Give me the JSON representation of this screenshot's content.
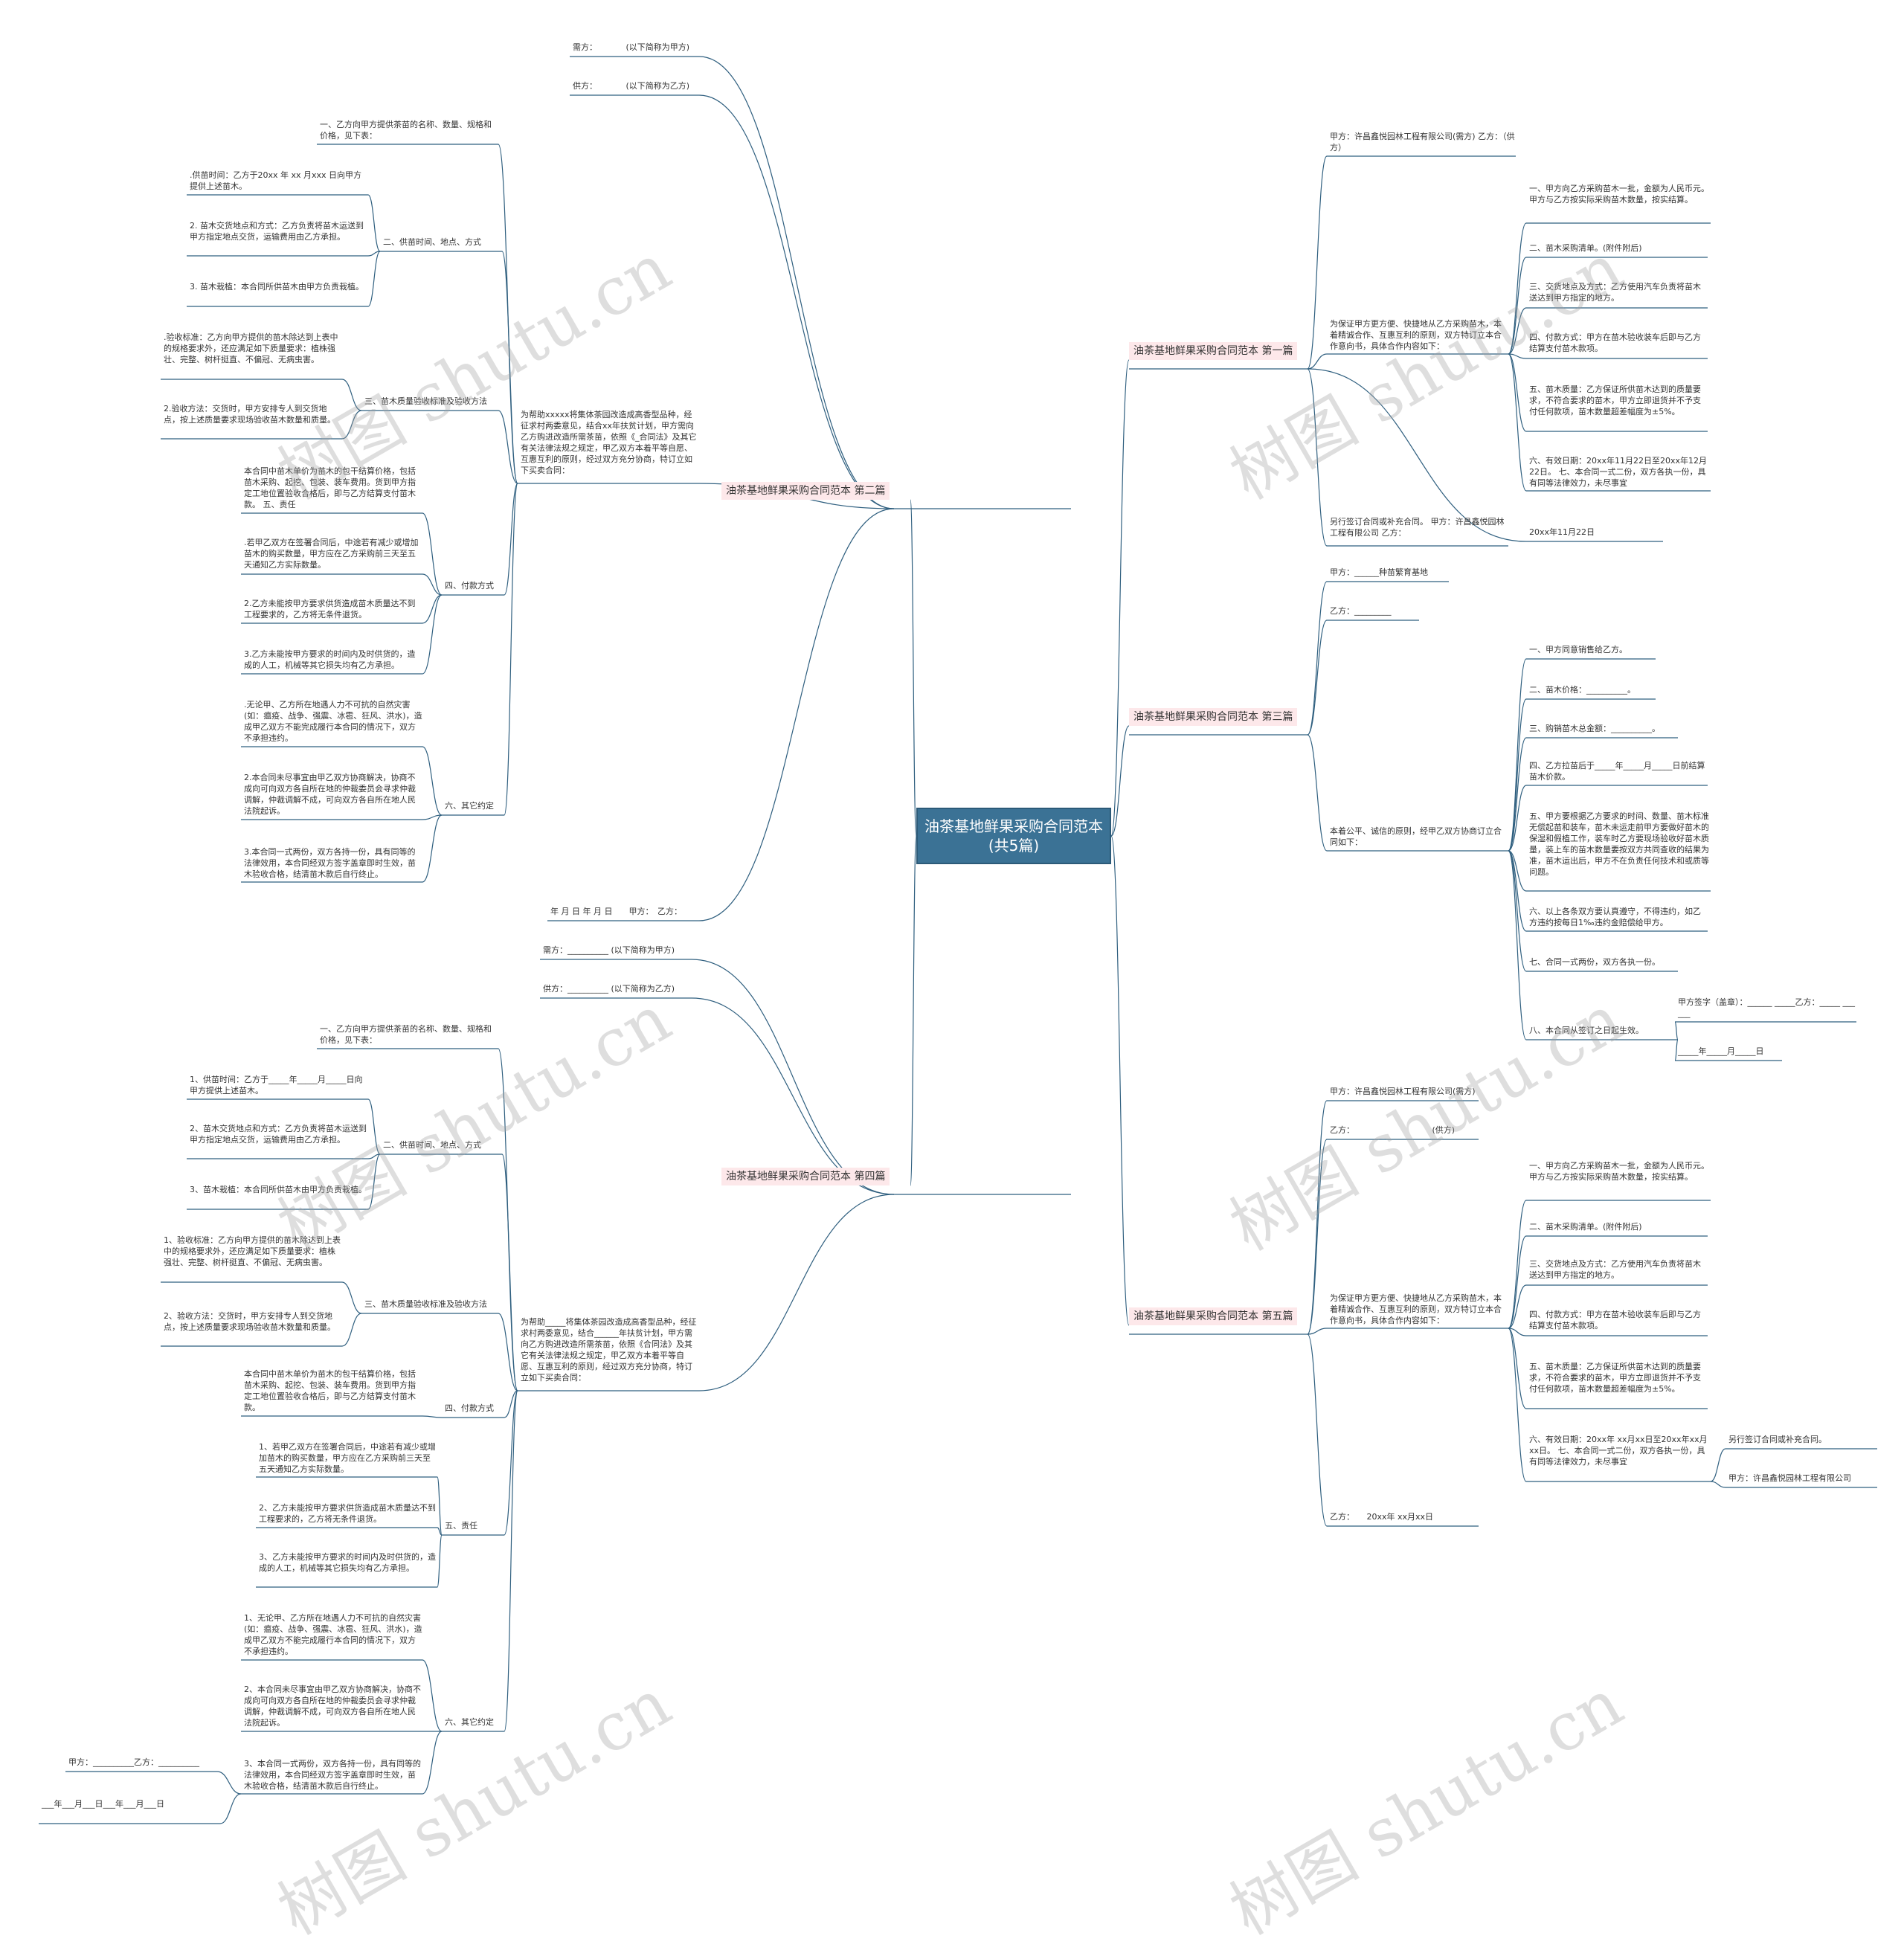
{
  "root": "油茶基地鲜果采购合同范本(共5篇)",
  "watermark": "树图 shutu.cn",
  "colors": {
    "root_bg": "#3b7295",
    "branch_bg": "#fde8ea",
    "line": "#2f5f7f"
  },
  "branches": [
    {
      "label": "油茶基地鲜果采购合同范本 第一篇"
    },
    {
      "label": "油茶基地鲜果采购合同范本 第二篇"
    },
    {
      "label": "油茶基地鲜果采购合同范本 第三篇"
    },
    {
      "label": "油茶基地鲜果采购合同范本 第四篇"
    },
    {
      "label": "油茶基地鲜果采购合同范本 第五篇"
    }
  ],
  "nodes": [
    "甲方：许昌鑫悦园林工程有限公司(需方) 乙方：（供方）",
    "为保证甲方更方便、快捷地从乙方采购苗木，本着精诚合作、互惠互利的原则，双方特订立本合作意向书，具体合作内容如下：",
    "一、甲方向乙方采购苗木一批，金额为人民币元。甲方与乙方按实际采购苗木数量，按实结算。",
    "二、苗木采购清单。(附件附后)",
    "三、交货地点及方式：乙方使用汽车负责将苗木送达到甲方指定的地方。",
    "四、付款方式：甲方在苗木验收装车后即与乙方结算支付苗木款项。",
    "五、苗木质量：乙方保证所供苗木达到的质量要求，不符合要求的苗木，甲方立即退货并不予支付任何款项，苗木数量超差幅度为±5%。",
    "六、有效日期：20xx年11月22日至20xx年12月22日。 七、本合同一式二份，双方各执一份，具有同等法律效力，未尽事宜",
    "另行签订合同或补充合同。 甲方：许昌鑫悦园林工程有限公司 乙方：",
    "20xx年11月22日",
    "需方：　　　　(以下简称为甲方)",
    "供方：　　　　(以下简称为乙方)",
    "为帮助xxxxx将集体茶园改造成高香型品种，经征求村两委意见，结合xx年扶贫计划，甲方需向乙方购进改造所需茶苗，依照《_合同法》及其它有关法律法规之规定，甲乙双方本着平等自愿、互惠互利的原则，经过双方充分协商，特订立如下买卖合同：",
    "一、乙方向甲方提供茶苗的名称、数量、规格和价格，见下表：",
    "二、供苗时间、地点、方式",
    ".供苗时间：乙方于20xx 年 xx 月xxx 日向甲方提供上述苗木。",
    "2. 苗木交货地点和方式：乙方负责将苗木运送到甲方指定地点交货，运输费用由乙方承担。",
    "3. 苗木栽植：本合同所供苗木由甲方负责栽植。",
    "三、苗木质量验收标准及验收方法",
    ".验收标准：乙方向甲方提供的苗木除达到上表中的规格要求外，还应满足如下质量要求：植株强壮、完整、树杆挺直、不偏冠、无病虫害。",
    "2.验收方法：交货时，甲方安排专人到交货地点，按上述质量要求现场验收苗木数量和质量。",
    "四、付款方式",
    "本合同中苗木单价为苗木的包干结算价格，包括苗木采购、起挖、包装、装车费用。货到甲方指定工地位置验收合格后，即与乙方结算支付苗木款。 五、责任",
    ".若甲乙双方在签署合同后，中途若有减少或增加苗木的购买数量，甲方应在乙方采购前三天至五天通知乙方实际数量。",
    "2.乙方未能按甲方要求供货造成苗木质量达不到工程要求的，乙方将无条件退货。",
    "3.乙方未能按甲方要求的时间内及时供货的，造成的人工，机械等其它损失均有乙方承担。",
    "六、其它约定",
    ".无论甲、乙方所在地遇人力不可抗的自然灾害(如：瘟疫、战争、强震、冰雹、狂风、洪水)，造成甲乙双方不能完成履行本合同的情况下，双方不承担违约。",
    "2.本合同未尽事宜由甲乙双方协商解决，协商不成向可向双方各自所在地的仲裁委员会寻求仲裁调解，仲裁调解不成，可向双方各自所在地人民法院起诉。",
    "3.本合同一式两份，双方各持一份，具有同等的法律效用，本合同经双方签字盖章即时生效，苗木验收合格，结清苗木款后自行终止。",
    "年 月 日 年 月 日　　甲方：　乙方：",
    "甲方：______种苗繁育基地",
    "乙方：_________",
    "本着公平、诚信的原则，经甲乙双方协商订立合同如下：",
    "一、甲方同意销售给乙方。",
    "二、苗木价格：__________。",
    "三、购销苗木总金额：__________。",
    "四、乙方拉苗后于_____年_____月_____日前结算苗木价款。",
    "五、甲方要根据乙方要求的时间、数量、苗木标准无偿起苗和装车，苗木未运走前甲方要做好苗木的保湿和假植工作，装车时乙方要现场验收好苗木质量，装上车的苗木数量要按双方共同查收的结果为准，苗木运出后，甲方不在负责任何技术和或质等问题。",
    "六、以上各条双方要认真遵守，不得违约，如乙方违约按每日1‰违约金赔偿给甲方。",
    "七、合同一式两份，双方各执一份。",
    "八、本合同从签订之日起生效。",
    "甲方签字（盖章）：______ _____乙方：_____ ______",
    "_____年_____月_____日",
    "需方：__________ (以下简称为甲方)",
    "供方：__________ (以下简称为乙方)",
    "为帮助_____将集体茶园改造成高香型品种，经征求村两委意见，结合______年扶贫计划，甲方需向乙方购进改造所需茶苗，依照《合同法》及其它有关法律法规之规定，甲乙双方本着平等自愿、互惠互利的原则，经过双方充分协商，特订立如下买卖合同：",
    "一、乙方向甲方提供茶苗的名称、数量、规格和价格，见下表：",
    "二、供苗时间、地点、方式",
    "1、供苗时间：乙方于_____年_____月_____日向甲方提供上述苗木。",
    "2、苗木交货地点和方式：乙方负责将苗木运送到甲方指定地点交货，运输费用由乙方承担。",
    "3、苗木栽植：本合同所供苗木由甲方负责栽植。",
    "三、苗木质量验收标准及验收方法",
    "1、验收标准：乙方向甲方提供的苗木除达到上表中的规格要求外，还应满足如下质量要求：植株强壮、完整、树杆挺直、不偏冠、无病虫害。",
    "2、验收方法：交货时，甲方安排专人到交货地点，按上述质量要求现场验收苗木数量和质量。",
    "四、付款方式",
    "本合同中苗木单价为苗木的包干结算价格，包括苗木采购、起挖、包装、装车费用。货到甲方指定工地位置验收合格后，即与乙方结算支付苗木款。",
    "五、责任",
    "1、若甲乙双方在签署合同后，中途若有减少或增加苗木的购买数量，甲方应在乙方采购前三天至五天通知乙方实际数量。",
    "2、乙方未能按甲方要求供货造成苗木质量达不到工程要求的，乙方将无条件退货。",
    "3、乙方未能按甲方要求的时间内及时供货的，造成的人工，机械等其它损失均有乙方承担。",
    "六、其它约定",
    "1、无论甲、乙方所在地遇人力不可抗的自然灾害(如：瘟疫、战争、强震、冰雹、狂风、洪水)，造成甲乙双方不能完成履行本合同的情况下，双方不承担违约。",
    "2、本合同未尽事宜由甲乙双方协商解决，协商不成向可向双方各自所在地的仲裁委员会寻求仲裁调解，仲裁调解不成，可向双方各自所在地人民法院起诉。",
    "3、本合同一式两份，双方各持一份，具有同等的法律效用，本合同经双方签字盖章即时生效，苗木验收合格，结清苗木款后自行终止。",
    "甲方：__________乙方：__________",
    "___年___月___日___年___月___日",
    "甲方：许昌鑫悦园林工程有限公司(需方)",
    "乙方：　　　　　　　　　　(供方)",
    "为保证甲方更方便、快捷地从乙方采购苗木，本着精诚合作、互惠互利的原则，双方特订立本合作意向书，具体合作内容如下：",
    "一、甲方向乙方采购苗木一批，金额为人民币元。甲方与乙方按实际采购苗木数量，按实结算。",
    "二、苗木采购清单。(附件附后)",
    "三、交货地点及方式：乙方使用汽车负责将苗木送达到甲方指定的地方。",
    "四、付款方式：甲方在苗木验收装车后即与乙方结算支付苗木款项。",
    "五、苗木质量：乙方保证所供苗木达到的质量要求，不符合要求的苗木，甲方立即退货并不予支付任何款项，苗木数量超差幅度为±5%。",
    "六、有效日期：20xx年 xx月xx日至20xx年xx月xx日。 七、本合同一式二份，双方各执一份，具有同等法律效力，未尽事宜",
    "另行签订合同或补充合同。",
    "甲方：许昌鑫悦园林工程有限公司",
    "乙方：　　20xx年 xx月xx日"
  ]
}
